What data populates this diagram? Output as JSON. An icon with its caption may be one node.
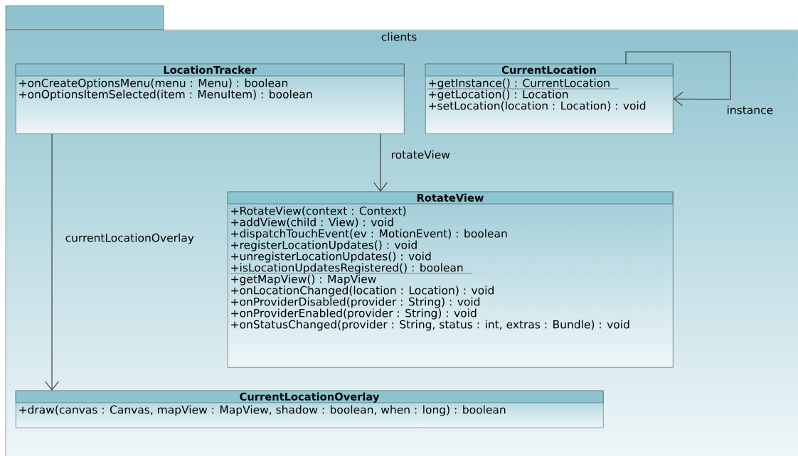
{
  "diagram": {
    "nodes": [
      {
        "text": [
          "clients"
        ]
      },
      {
        "text": [
          "LocationTracker",
          "+onCreateOptionsMenu(menu : Menu) : boolean",
          "+onOptionsItemSelected(item : MenuItem) : boolean"
        ],
        "in": 0
      },
      {
        "text": [
          "CurrentLocation",
          "+getInstance() : CurrentLocation",
          "+getLocation() : Location",
          "+setLocation(location : Location) : void"
        ],
        "in": 0
      },
      {
        "text": [
          "RotateView",
          "+RotateView(context : Context)",
          "+addView(child : View) : void",
          "+dispatchTouchEvent(ev : MotionEvent) : boolean",
          "+registerLocationUpdates() : void",
          "+unregisterLocationUpdates() : void",
          "+isLocationUpdatesRegistered() : boolean",
          "+getMapView() : MapView",
          "+onLocationChanged(location : Location) : void",
          "+onProviderDisabled(provider : String) : void",
          "+onProviderEnabled(provider : String) : void",
          "+onStatusChanged(provider : String, status : int, extras : Bundle) : void"
        ],
        "in": 0
      },
      {
        "text": [
          "CurrentLocationOverlay",
          "+draw(canvas : Canvas, mapView : MapView, shadow : boolean, when : long) : boolean"
        ],
        "in": 0
      }
    ],
    "edges": [
      {
        "from": 1,
        "to": 3,
        "arrow": "to",
        "label": "rotateView"
      },
      {
        "from": 1,
        "to": 4,
        "arrow": "to",
        "label": "currentLocationOverlay"
      },
      {
        "from": 2,
        "to": 2,
        "arrow": "to",
        "label": "instance"
      }
    ]
  }
}
